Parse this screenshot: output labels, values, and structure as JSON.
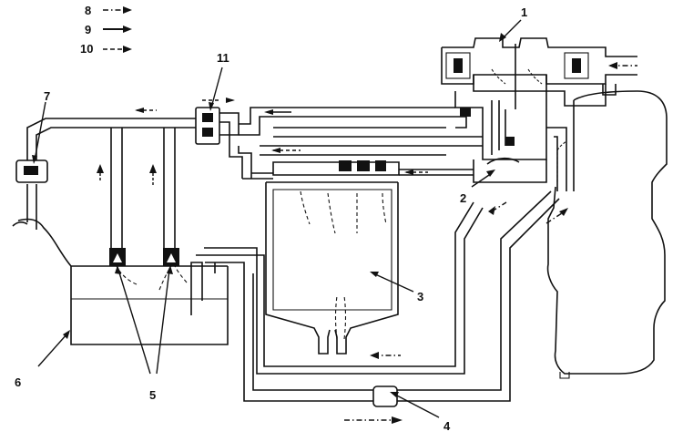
{
  "legend": [
    {
      "label": "8",
      "line_style": "dash-dot"
    },
    {
      "label": "9",
      "line_style": "solid"
    },
    {
      "label": "10",
      "line_style": "dashed"
    }
  ],
  "callouts": {
    "c1": "1",
    "c2": "2",
    "c3": "3",
    "c4": "4",
    "c5": "5",
    "c6": "6",
    "c7": "7",
    "c11": "11"
  },
  "colors": {
    "ink": "#111111",
    "paper": "#ffffff"
  }
}
